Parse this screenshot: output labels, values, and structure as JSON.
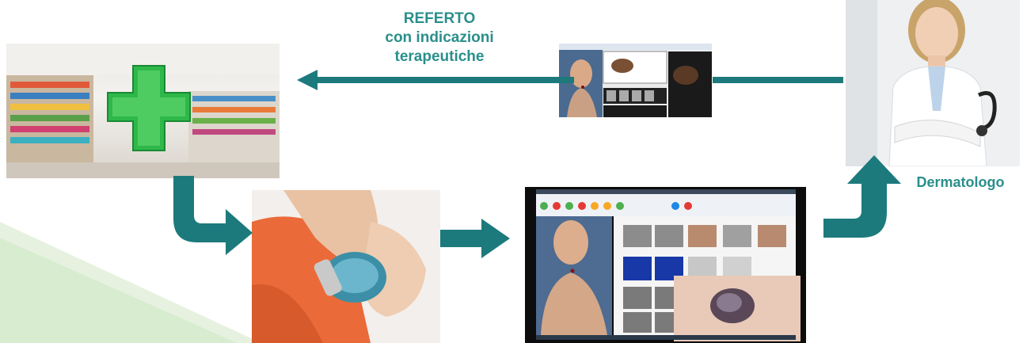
{
  "labels": {
    "referto_line1": "REFERTO",
    "referto_line2": "con indicazioni",
    "referto_line3": "terapeutiche",
    "dermatologo": "Dermatologo"
  },
  "colors": {
    "teal": "#1d7a7c",
    "text_teal": "#2a8f8b",
    "light_green": "#d8ecd0"
  },
  "icons": [
    "arrow-left-icon",
    "arrow-right-icon",
    "arrow-down-right-icon",
    "arrow-up-right-icon"
  ]
}
